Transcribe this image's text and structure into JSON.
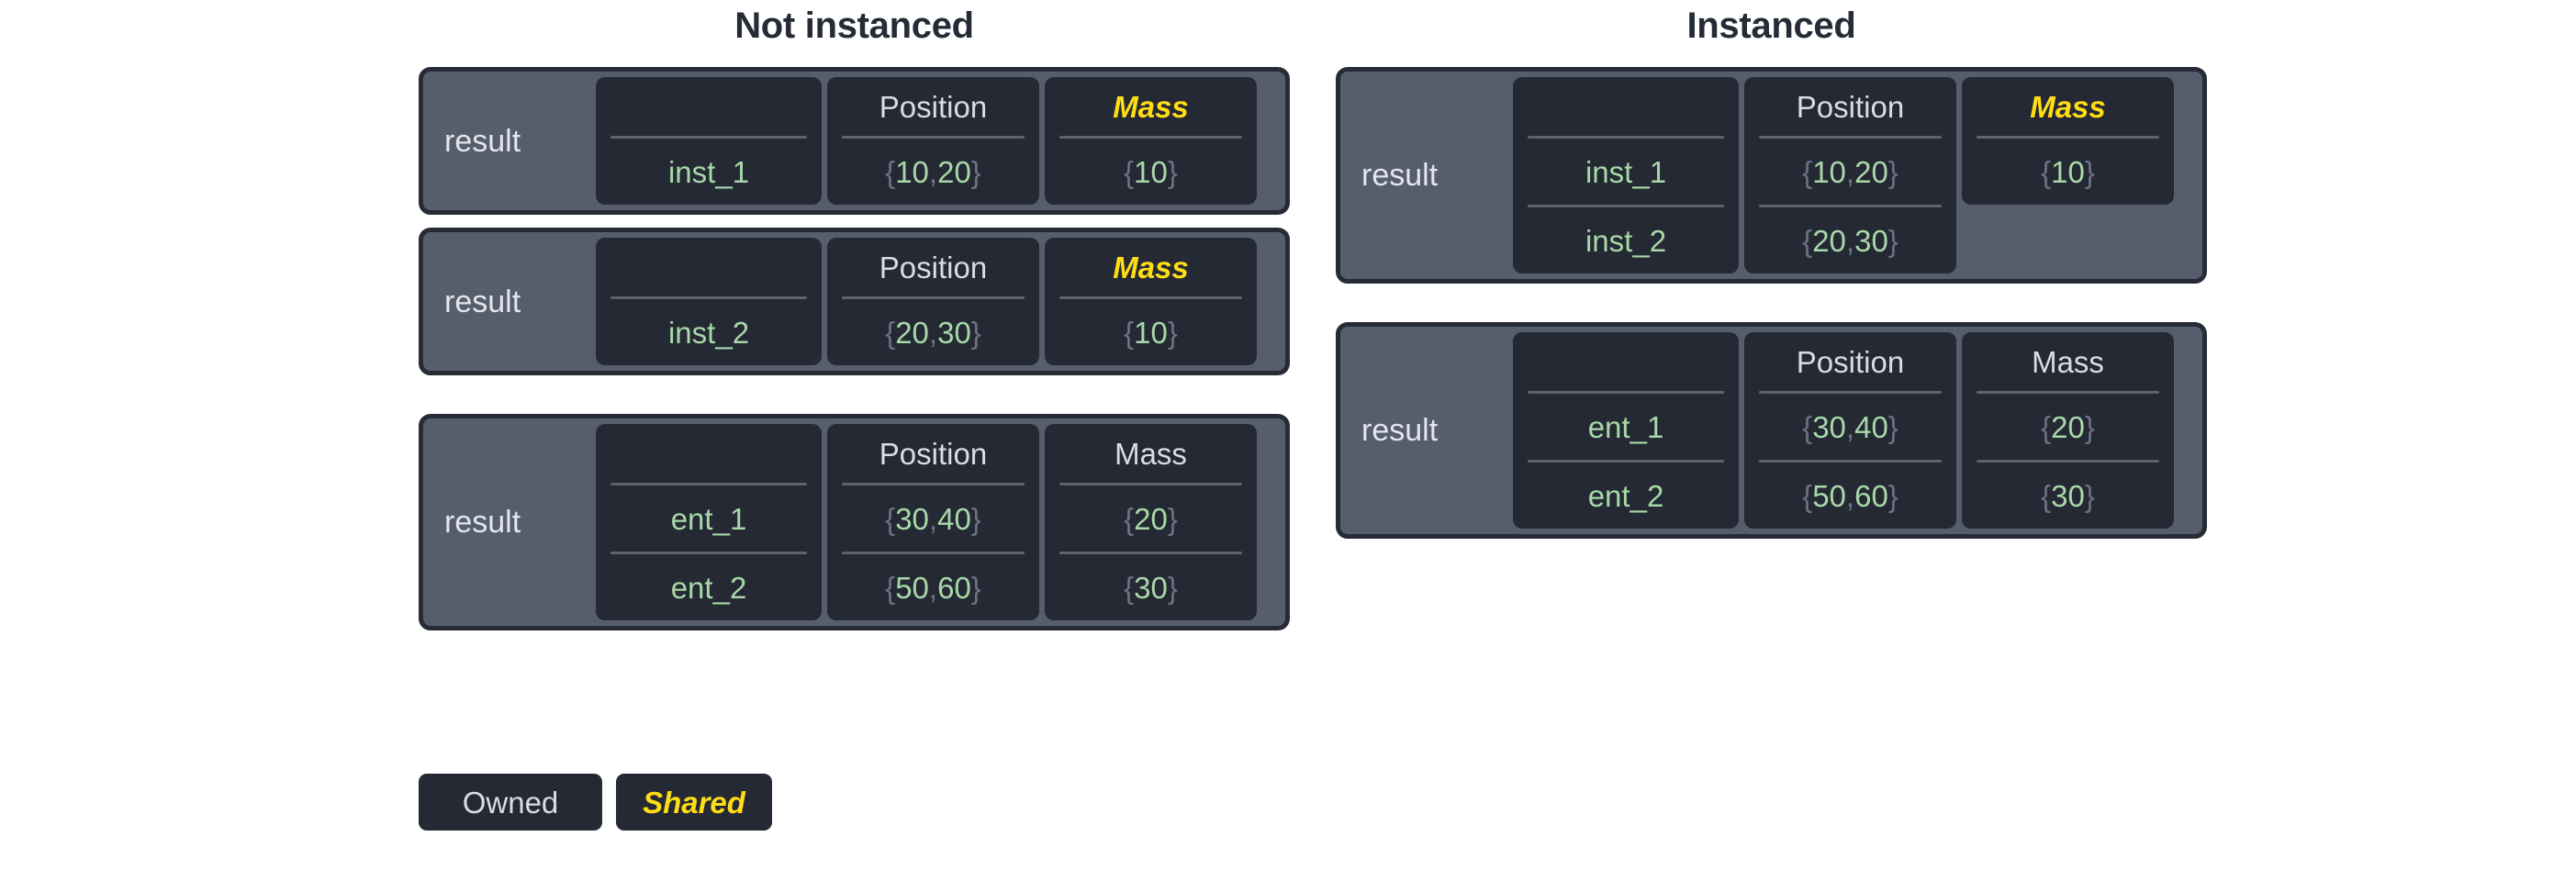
{
  "headings": {
    "left": "Not instanced",
    "right": "Instanced"
  },
  "labels": {
    "result": "result",
    "name_header": "",
    "position_header": "Position",
    "mass_header": "Mass"
  },
  "legend": {
    "owned": "Owned",
    "shared": "Shared"
  },
  "colors": {
    "background": "#ffffff",
    "heading_text": "#252b37",
    "card_body": "#565d6c",
    "card_border": "#262b36",
    "panel": "#242933",
    "owned_text": "#d8dce5",
    "shared_text": "#ffdd15",
    "value_text": "#a8d8a9",
    "brace_text": "#6a7283",
    "divider": "#5d6470"
  },
  "not_instanced": {
    "tables": [
      {
        "result": "result",
        "columns": [
          {
            "key": "name",
            "header": "",
            "shared": false,
            "rows": 1
          },
          {
            "key": "position",
            "header": "Position",
            "shared": false,
            "rows": 1
          },
          {
            "key": "mass",
            "header": "Mass",
            "shared": true,
            "rows": 1
          }
        ],
        "rows": [
          {
            "name": "inst_1",
            "position": "{10, 20}",
            "mass": "{10}"
          }
        ]
      },
      {
        "result": "result",
        "columns": [
          {
            "key": "name",
            "header": "",
            "shared": false,
            "rows": 1
          },
          {
            "key": "position",
            "header": "Position",
            "shared": false,
            "rows": 1
          },
          {
            "key": "mass",
            "header": "Mass",
            "shared": true,
            "rows": 1
          }
        ],
        "rows": [
          {
            "name": "inst_2",
            "position": "{20, 30}",
            "mass": "{10}"
          }
        ]
      },
      {
        "result": "result",
        "columns": [
          {
            "key": "name",
            "header": "",
            "shared": false,
            "rows": 2
          },
          {
            "key": "position",
            "header": "Position",
            "shared": false,
            "rows": 2
          },
          {
            "key": "mass",
            "header": "Mass",
            "shared": false,
            "rows": 2
          }
        ],
        "rows": [
          {
            "name": "ent_1",
            "position": "{30, 40}",
            "mass": "{20}"
          },
          {
            "name": "ent_2",
            "position": "{50, 60}",
            "mass": "{30}"
          }
        ]
      }
    ]
  },
  "instanced": {
    "tables": [
      {
        "result": "result",
        "columns": [
          {
            "key": "name",
            "header": "",
            "shared": false,
            "rows": 2
          },
          {
            "key": "position",
            "header": "Position",
            "shared": false,
            "rows": 2
          },
          {
            "key": "mass",
            "header": "Mass",
            "shared": true,
            "rows": 1
          }
        ],
        "rows": [
          {
            "name": "inst_1",
            "position": "{10, 20}",
            "mass": "{10}"
          },
          {
            "name": "inst_2",
            "position": "{20, 30}",
            "mass": ""
          }
        ]
      },
      {
        "result": "result",
        "columns": [
          {
            "key": "name",
            "header": "",
            "shared": false,
            "rows": 2
          },
          {
            "key": "position",
            "header": "Position",
            "shared": false,
            "rows": 2
          },
          {
            "key": "mass",
            "header": "Mass",
            "shared": false,
            "rows": 2
          }
        ],
        "rows": [
          {
            "name": "ent_1",
            "position": "{30, 40}",
            "mass": "{20}"
          },
          {
            "name": "ent_2",
            "position": "{50, 60}",
            "mass": "{30}"
          }
        ]
      }
    ]
  }
}
